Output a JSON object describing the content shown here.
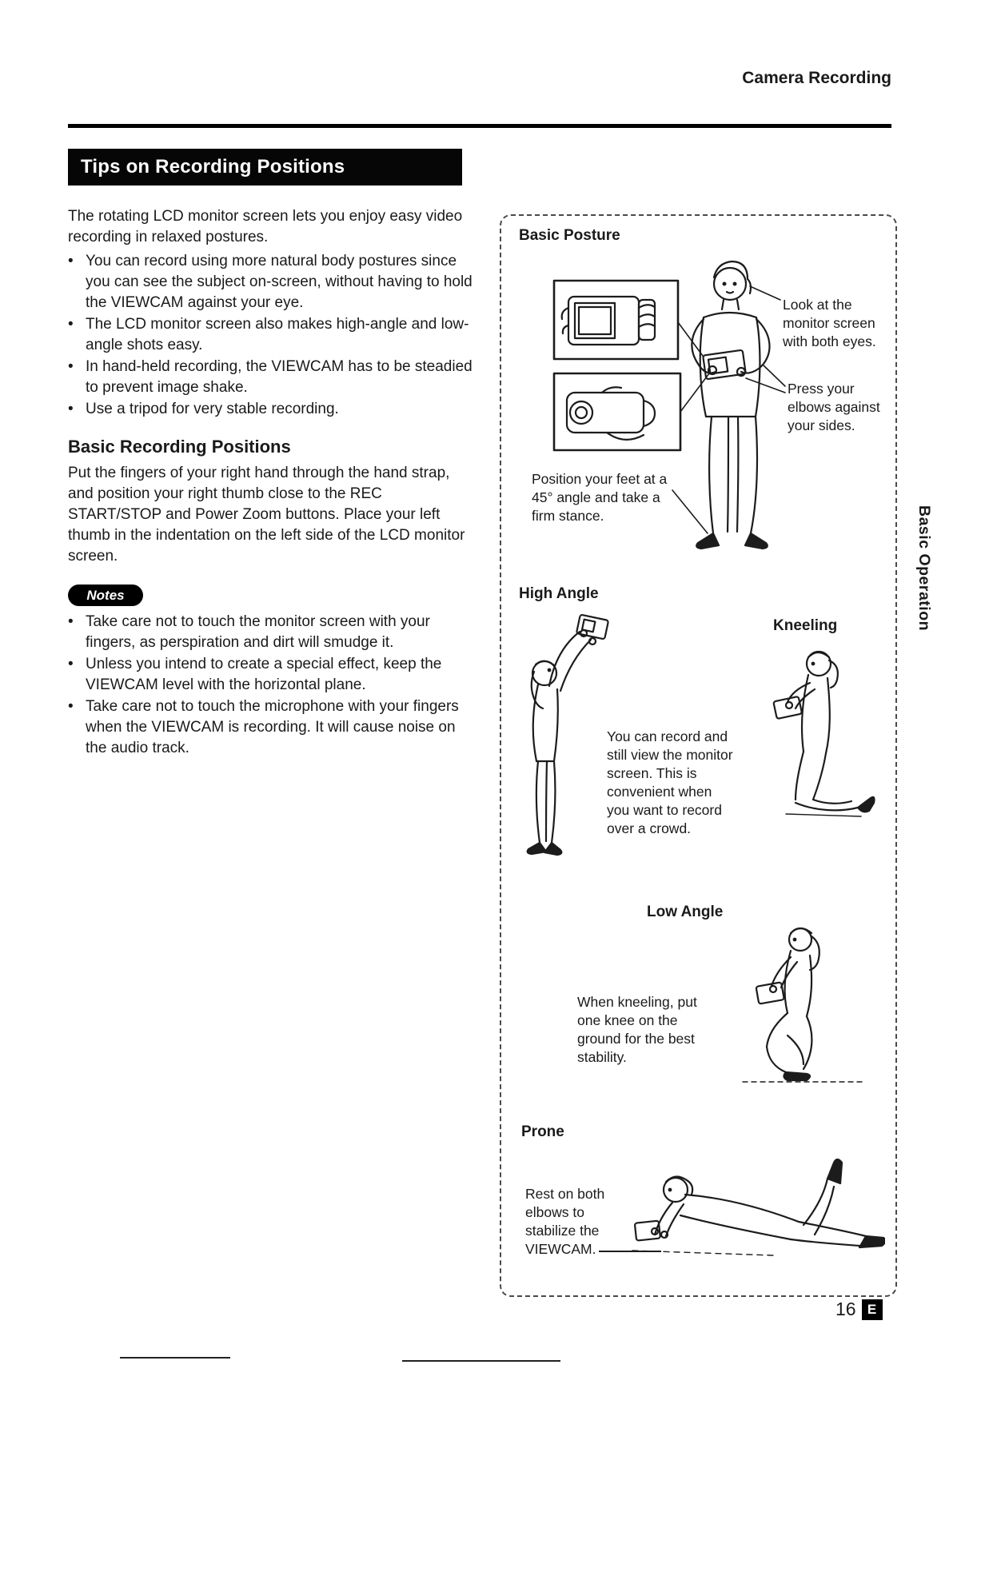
{
  "page": {
    "header": "Camera Recording",
    "side_tab": "Basic Operation",
    "page_number": "16",
    "edition_mark": "E"
  },
  "left": {
    "title_banner": "Tips on Recording Positions",
    "intro": "The rotating LCD monitor screen lets you enjoy easy video recording in relaxed postures.",
    "bullets": [
      "You can record using more natural body postures since you can see the subject on-screen, without having to hold the VIEWCAM against your eye.",
      "The LCD monitor screen also makes high-angle and low-angle shots easy.",
      "In hand-held recording, the VIEWCAM has to be steadied to prevent image shake.",
      "Use a tripod for very stable recording."
    ],
    "section_heading": "Basic Recording Positions",
    "section_body": "Put the fingers of your right hand through the hand strap, and position your right thumb close to the REC START/STOP and Power Zoom buttons. Place your left thumb in the indentation on the left side of the LCD monitor screen.",
    "notes_label": "Notes",
    "notes": [
      "Take care not to touch the monitor screen with your fingers, as perspiration and dirt will smudge it.",
      "Unless you intend to create a special effect, keep the VIEWCAM level with the horizontal plane.",
      "Take care not to touch the microphone with your fingers when the VIEWCAM is recording. It will cause noise on the audio track."
    ]
  },
  "panel": {
    "basic_posture": {
      "heading": "Basic Posture",
      "callout_eyes": "Look at the monitor screen with both eyes.",
      "callout_elbows": "Press your elbows against your sides.",
      "callout_feet": "Position your feet at a 45° angle and take a firm stance."
    },
    "high_angle": {
      "heading": "High Angle",
      "caption": "You can record and still view the monitor screen. This is convenient when you want to record over a crowd."
    },
    "kneeling": {
      "heading": "Kneeling"
    },
    "low_angle": {
      "heading": "Low Angle",
      "caption": "When kneeling, put one knee on the ground for the best stability."
    },
    "prone": {
      "heading": "Prone",
      "caption": "Rest on both elbows to stabilize the VIEWCAM."
    }
  }
}
